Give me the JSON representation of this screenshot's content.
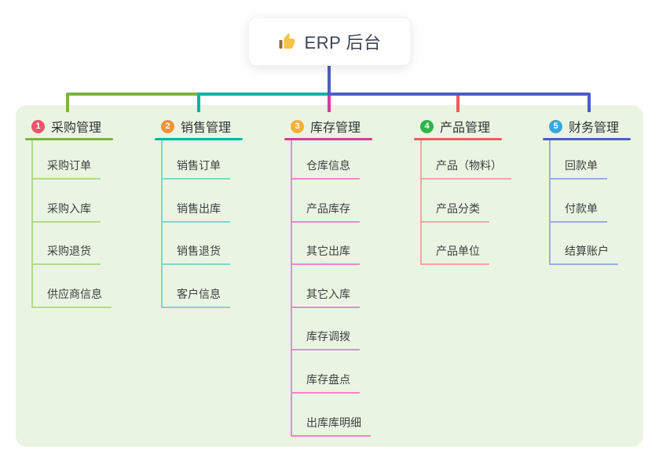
{
  "root": {
    "title": "ERP 后台",
    "icon": "thumbs-up-icon",
    "icon_color": "#f6c344",
    "cuff_color": "#9a6a3a"
  },
  "panel_color": "#e9f5e2",
  "branches": [
    {
      "badge": "1",
      "badge_color": "#f2526b",
      "line_color": "#7cb440",
      "sub_line_color": "#b3d98b",
      "title": "采购管理",
      "items": [
        "采购订单",
        "采购入库",
        "采购退货",
        "供应商信息"
      ]
    },
    {
      "badge": "2",
      "badge_color": "#f7913c",
      "line_color": "#00b5a5",
      "sub_line_color": "#7ed7cb",
      "title": "销售管理",
      "items": [
        "销售订单",
        "销售出库",
        "销售退货",
        "客户信息"
      ]
    },
    {
      "badge": "3",
      "badge_color": "#f8b03a",
      "line_color": "#d63a9c",
      "sub_line_color": "#f287c7",
      "title": "库存管理",
      "items": [
        "仓库信息",
        "产品库存",
        "其它出库",
        "其它入库",
        "库存调拨",
        "库存盘点",
        "出库库明细"
      ]
    },
    {
      "badge": "4",
      "badge_color": "#2eb44c",
      "line_color": "#f25b5b",
      "sub_line_color": "#f8a3a3",
      "title": "产品管理",
      "items": [
        "产品（物料）",
        "产品分类",
        "产品单位"
      ]
    },
    {
      "badge": "5",
      "badge_color": "#3aa6df",
      "line_color": "#4a5dc8",
      "sub_line_color": "#9cadde",
      "title": "财务管理",
      "items": [
        "回款单",
        "付款单",
        "结算账户"
      ]
    }
  ]
}
